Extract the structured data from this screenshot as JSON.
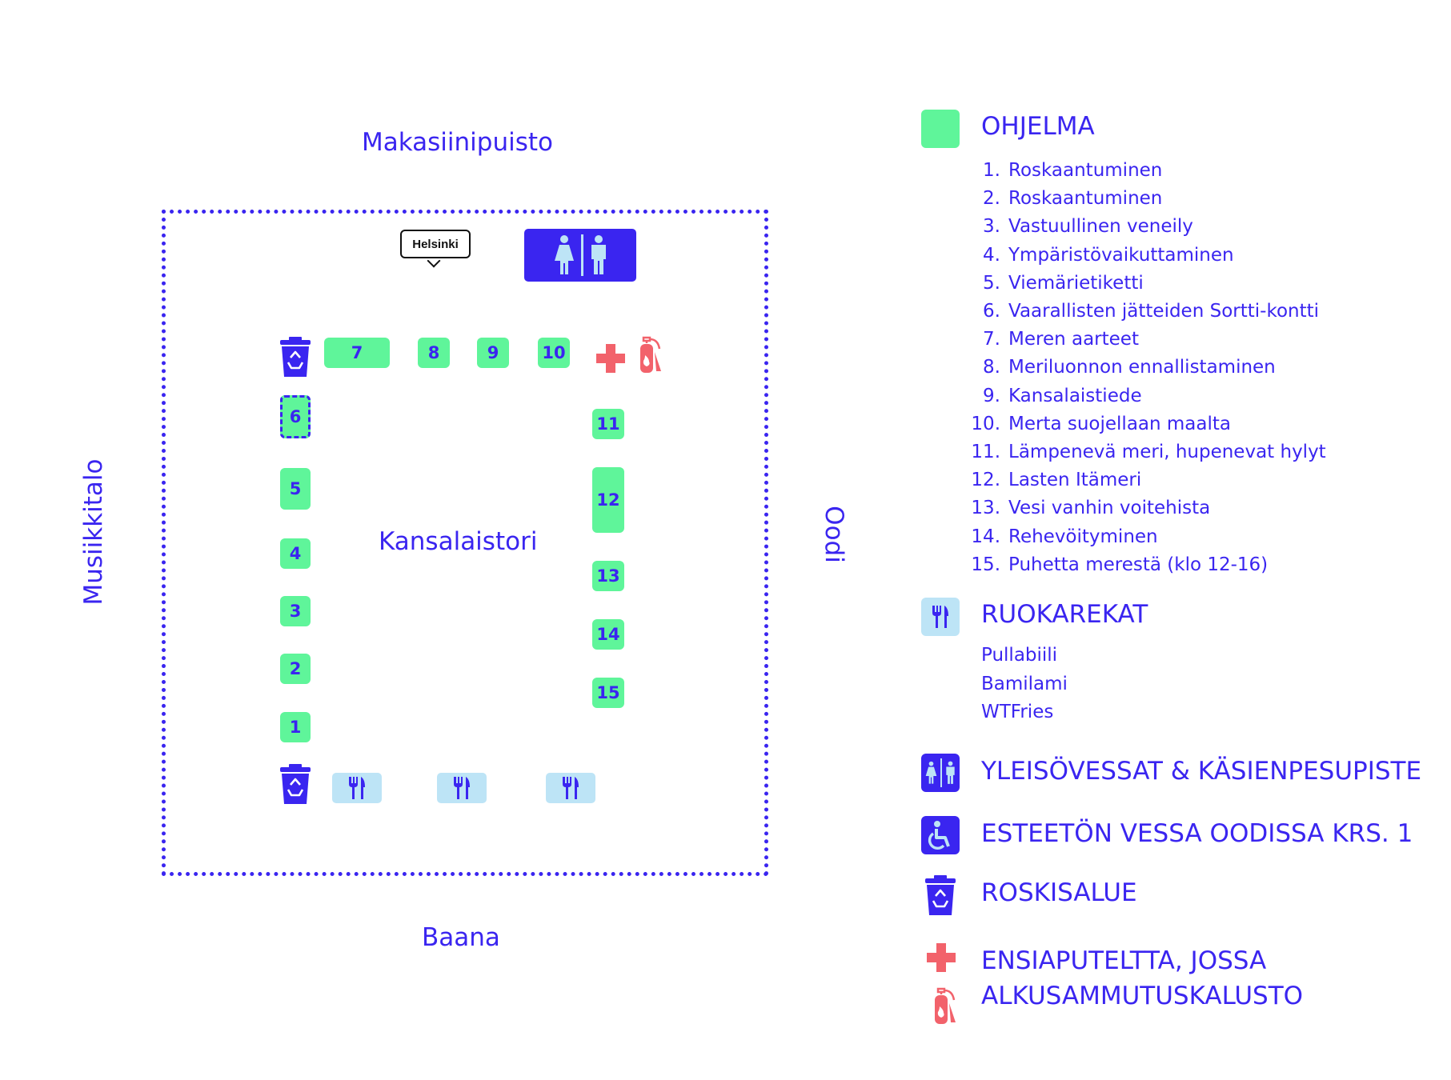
{
  "map": {
    "labels": {
      "north": "Makasiinipuisto",
      "south": "Baana",
      "west": "Musiikkitalo",
      "east": "Oodi",
      "center": "Kansalaistori"
    },
    "logo_text": "Helsinki",
    "stalls": [
      "1",
      "2",
      "3",
      "4",
      "5",
      "6",
      "7",
      "8",
      "9",
      "10",
      "11",
      "12",
      "13",
      "14",
      "15"
    ],
    "icons": {
      "wc": "toilet-icon",
      "food": "cutlery-icon",
      "trash": "recycle-bin-icon",
      "first_aid": "first-aid-cross-icon",
      "extinguisher": "fire-extinguisher-icon",
      "accessible": "wheelchair-icon"
    },
    "colors": {
      "primary": "#3a25f0",
      "program": "#5ff59a",
      "food": "#bde4f6",
      "first_aid": "#f2626b"
    }
  },
  "legend": {
    "program": {
      "title": "OHJELMA",
      "items": [
        {
          "num": "1.",
          "text": "Roskaantuminen"
        },
        {
          "num": "2.",
          "text": "Roskaantuminen"
        },
        {
          "num": "3.",
          "text": "Vastuullinen veneily"
        },
        {
          "num": "4.",
          "text": "Ympäristövaikuttaminen"
        },
        {
          "num": "5.",
          "text": "Viemärietiketti"
        },
        {
          "num": "6.",
          "text": "Vaarallisten jätteiden Sortti-kontti"
        },
        {
          "num": "7.",
          "text": "Meren aarteet"
        },
        {
          "num": "8.",
          "text": "Meriluonnon ennallistaminen"
        },
        {
          "num": "9.",
          "text": "Kansalaistiede"
        },
        {
          "num": "10.",
          "text": "Merta suojellaan maalta"
        },
        {
          "num": "11.",
          "text": "Lämpenevä meri, hupenevat hylyt"
        },
        {
          "num": "12.",
          "text": "Lasten Itämeri"
        },
        {
          "num": "13.",
          "text": "Vesi vanhin voitehista"
        },
        {
          "num": "14.",
          "text": "Rehevöityminen"
        },
        {
          "num": "15.",
          "text": "Puhetta merestä (klo 12-16)"
        }
      ]
    },
    "food": {
      "title": "RUOKAREKAT",
      "items": [
        "Pullabiili",
        "Bamilami",
        "WTFries"
      ]
    },
    "wc": "YLEISÖVESSAT & KÄSIENPESUPISTE",
    "accessible": "ESTEETÖN VESSA OODISSA KRS. 1",
    "trash": "ROSKISALUE",
    "first_aid_line1": "ENSIAPUTELTTA, JOSSA",
    "first_aid_line2": "ALKUSAMMUTUSKALUSTO"
  }
}
